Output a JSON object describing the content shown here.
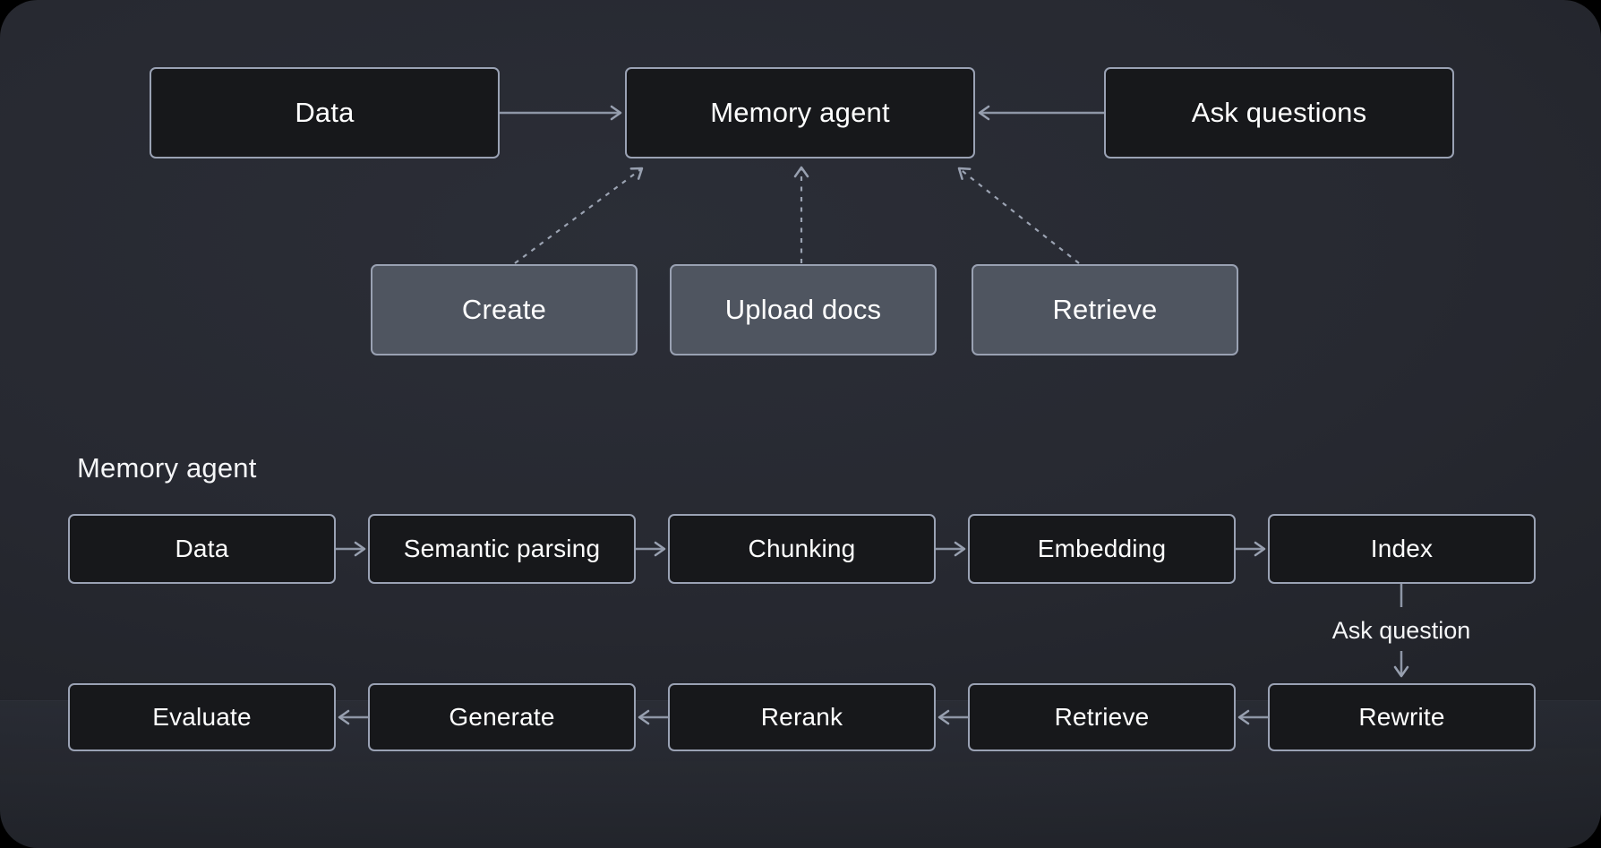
{
  "diagram": {
    "overview": {
      "data_label": "Data",
      "memory_agent_label": "Memory agent",
      "ask_questions_label": "Ask questions",
      "create_label": "Create",
      "upload_docs_label": "Upload docs",
      "retrieve_label": "Retrieve"
    },
    "detail": {
      "section_title": "Memory agent",
      "ingest_row": [
        "Data",
        "Semantic parsing",
        "Chunking",
        "Embedding",
        "Index"
      ],
      "query_row": [
        "Evaluate",
        "Generate",
        "Rerank",
        "Retrieve",
        "Rewrite"
      ],
      "ask_question_label": "Ask question"
    },
    "colors": {
      "node_fill_dark": "#17181b",
      "node_fill_gray": "#4f5560",
      "node_border": "#9aa2b4",
      "connector": "#8e96a6",
      "text": "#ffffff",
      "background_center": "#2b2e37",
      "background_edge": "#1a1c21"
    }
  }
}
